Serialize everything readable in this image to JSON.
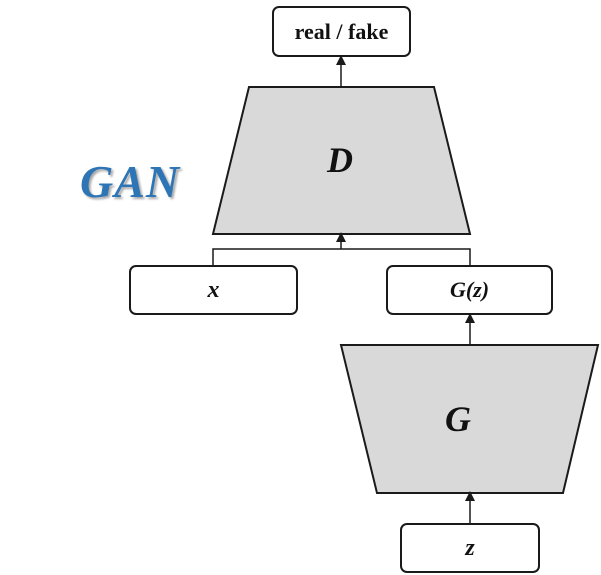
{
  "title": "GAN",
  "colors": {
    "title": "#2e75b6",
    "network_fill": "#d9d9d9",
    "stroke": "#1a1a1a"
  },
  "boxes": {
    "output": "real / fake",
    "real_input": "x",
    "generated": "G(z)",
    "noise": "z"
  },
  "networks": {
    "discriminator": "D",
    "generator": "G"
  }
}
